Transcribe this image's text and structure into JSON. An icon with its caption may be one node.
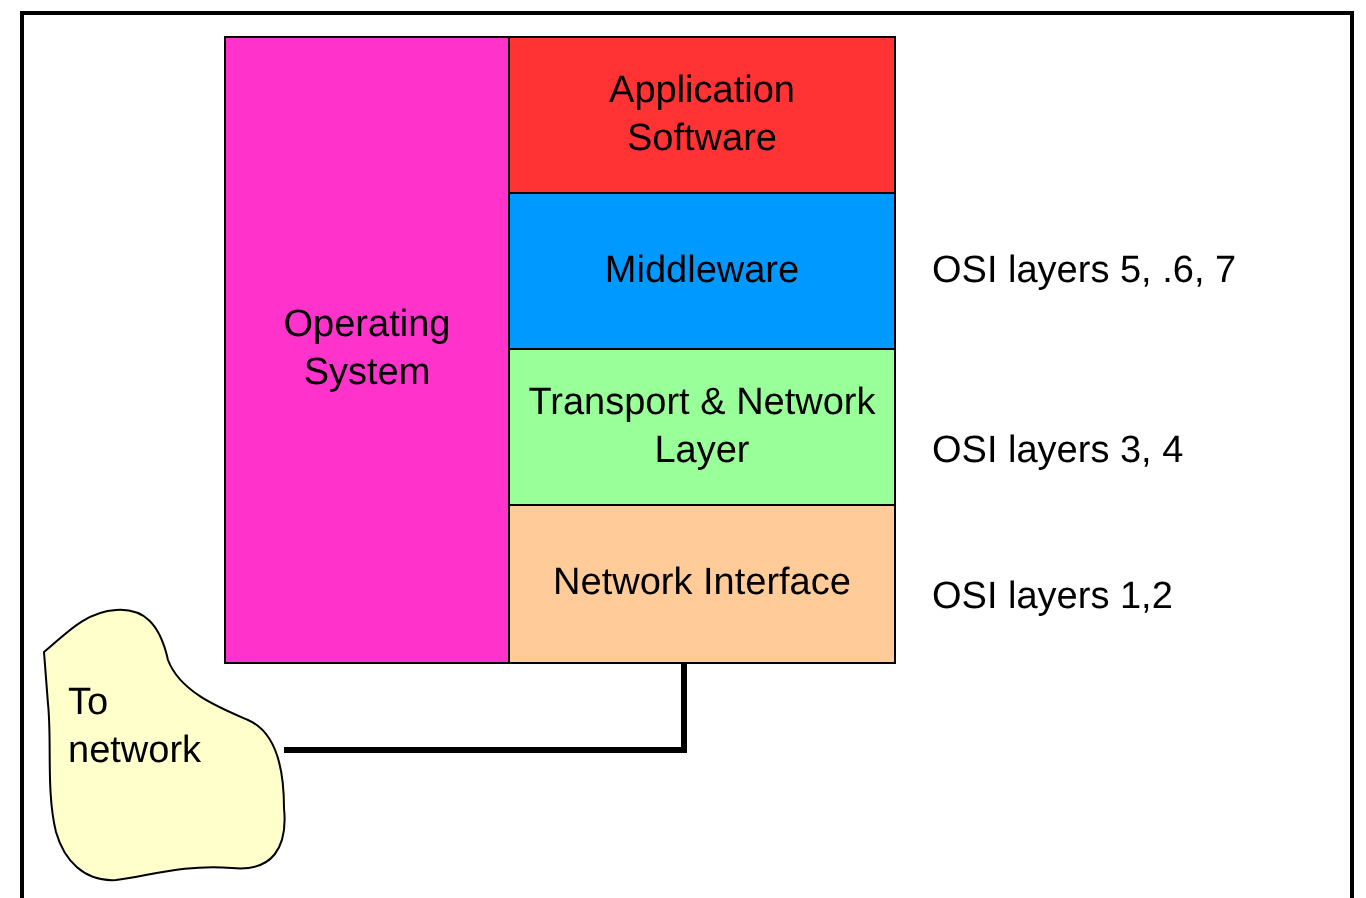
{
  "diagram": {
    "nodes": [
      {
        "text": [
          "Operating System"
        ]
      },
      {
        "text": [
          "Application Software"
        ]
      },
      {
        "text": [
          "Middleware"
        ],
        "beside": [
          "OSI layers 5, .6, 7"
        ]
      },
      {
        "text": [
          "Transport & Network  Layer"
        ],
        "beside": [
          "OSI layers 3, 4"
        ]
      },
      {
        "text": [
          "Network Interface"
        ],
        "beside": [
          "OSI layers 1,2"
        ]
      },
      {
        "text": [
          "To network"
        ]
      }
    ],
    "edges": [
      {
        "from": 4,
        "to": 5,
        "arrow": "none"
      }
    ]
  }
}
